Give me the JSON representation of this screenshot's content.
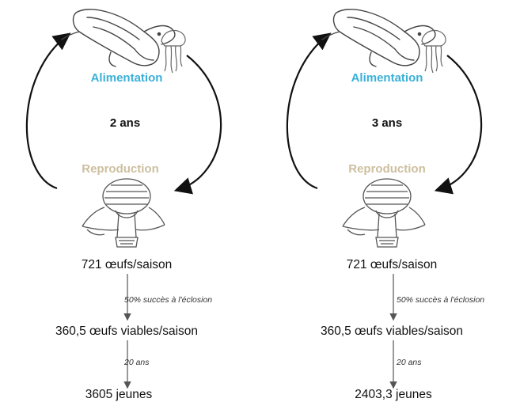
{
  "panels": [
    {
      "feeding_label": "Alimentation",
      "duration": "2 ans",
      "reproduction_label": "Reproduction",
      "eggs": "721 œufs/saison",
      "hatch_note": "50% succès à l'éclosion",
      "viable": "360,5 œufs viables/saison",
      "years_note": "20 ans",
      "juveniles": "3605 jeunes"
    },
    {
      "feeding_label": "Alimentation",
      "duration": "3 ans",
      "reproduction_label": "Reproduction",
      "eggs": "721 œufs/saison",
      "hatch_note": "50% succès à l'éclosion",
      "viable": "360,5 œufs viables/saison",
      "years_note": "20 ans",
      "juveniles": "2403,3 jeunes"
    }
  ],
  "colors": {
    "feeding": "#3bb0d8",
    "reproduction": "#cdbf9f",
    "text": "#111111"
  },
  "icons": [
    "sea-turtle-icon",
    "jellyfish-icon",
    "nesting-turtle-icon"
  ]
}
